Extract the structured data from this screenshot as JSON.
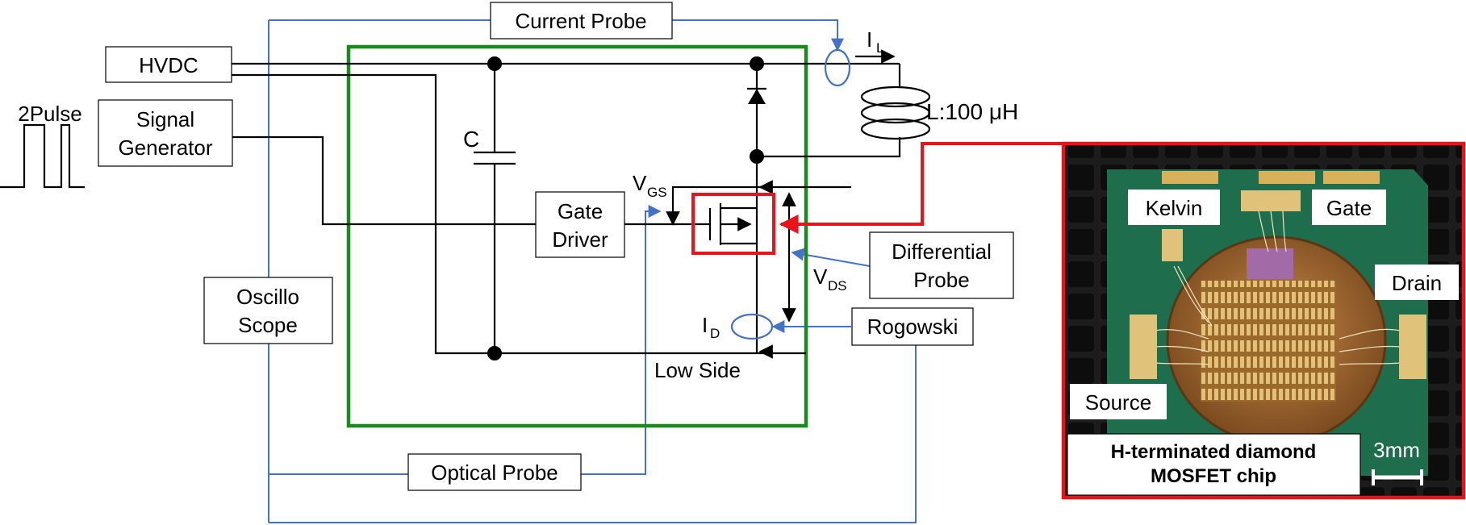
{
  "labels": {
    "current_probe": "Current Probe",
    "hvdc": "HVDC",
    "pulse": "2Pulse",
    "signal_gen_1": "Signal",
    "signal_gen_2": "Generator",
    "capacitor": "C",
    "inductor": "L:100 μH",
    "il_main": "I",
    "il_sub": "L",
    "vgs_main": "V",
    "vgs_sub": "GS",
    "gate_driver_1": "Gate",
    "gate_driver_2": "Driver",
    "diff_probe_1": "Differential",
    "diff_probe_2": "Probe",
    "vds_main": "V",
    "vds_sub": "DS",
    "oscillo_1": "Oscillo",
    "oscillo_2": "Scope",
    "id_main": "I",
    "id_sub": "D",
    "rogowski": "Rogowski",
    "low_side": "Low Side",
    "optical_probe": "Optical Probe"
  },
  "photo": {
    "kelvin": "Kelvin",
    "gate": "Gate",
    "drain": "Drain",
    "source": "Source",
    "caption_1": "H-terminated diamond",
    "caption_2": "MOSFET chip",
    "scale": "3mm"
  },
  "colors": {
    "low_side_box": "#188a1e",
    "highlight": "#e8141c",
    "probe_wire": "#4472c4",
    "pcb": "#1e6e4e",
    "gold": "#d8b25a",
    "copper": "#b0743a"
  }
}
